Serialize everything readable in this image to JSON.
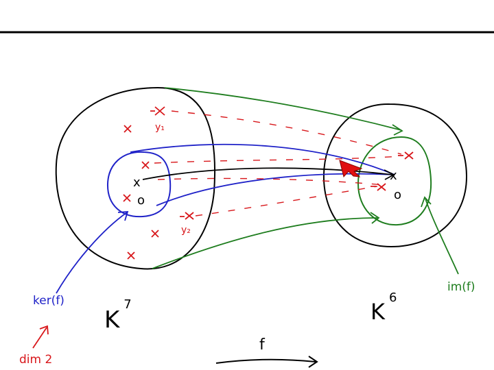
{
  "labels": {
    "domain": "K",
    "domain_exp": "7",
    "codomain": "K",
    "codomain_exp": "6",
    "kernel": "ker(f)",
    "dimension": "dim 2",
    "image": "im(f)",
    "map": "f",
    "point_x": "x",
    "point_zero": "o",
    "point_x_image": "x",
    "point_zero_image": "o",
    "y1": "y₁",
    "y2": "y₂"
  },
  "colors": {
    "ink": "#000000",
    "kernel": "#1f22c8",
    "image": "#1e7d1e",
    "red": "#d8161a",
    "cursor": "#e01010"
  },
  "icons": {
    "cursor": "arrow-pointer"
  }
}
